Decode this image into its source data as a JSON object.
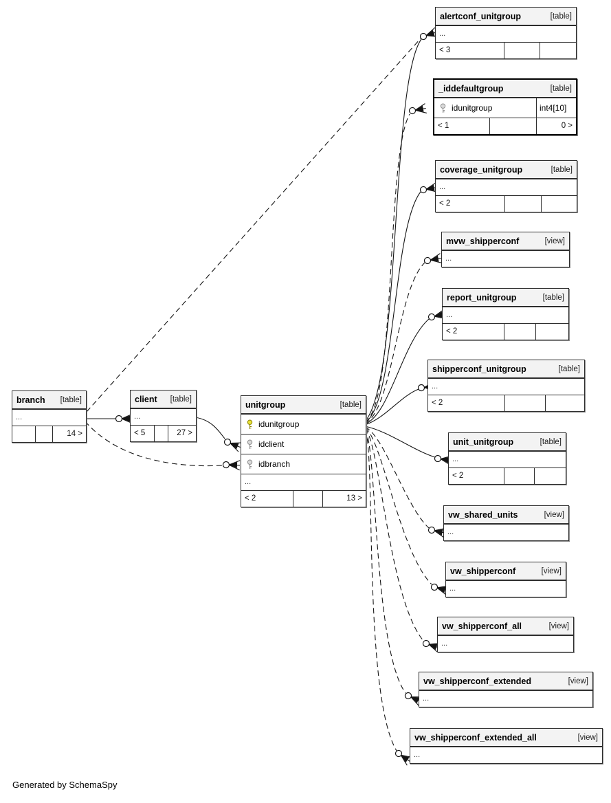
{
  "page": {
    "note": "Generated by SchemaSpy"
  },
  "colors": {
    "header_bg": "#f3f3f3",
    "border": "#2d2d2d",
    "edge": "#141414",
    "primary_key": "#e8e23a",
    "foreign_key": "#d9d9d9"
  },
  "boxes": {
    "alertconf_unitgroup": {
      "name": "alertconf_unitgroup",
      "tag": "[table]",
      "dots": "...",
      "footer_left": "< 3",
      "footer_mid": "",
      "footer_right": ""
    },
    "_iddefaultgroup": {
      "name": "_iddefaultgroup",
      "tag": "[table]",
      "field": {
        "name": "idunitgroup",
        "type": "int4[10]"
      },
      "footer_left": "< 1",
      "footer_mid": "",
      "footer_right": "0 >"
    },
    "coverage_unitgroup": {
      "name": "coverage_unitgroup",
      "tag": "[table]",
      "dots": "...",
      "footer_left": "< 2",
      "footer_mid": "",
      "footer_right": ""
    },
    "mvw_shipperconf": {
      "name": "mvw_shipperconf",
      "tag": "[view]",
      "dots": "..."
    },
    "report_unitgroup": {
      "name": "report_unitgroup",
      "tag": "[table]",
      "dots": "...",
      "footer_left": "< 2",
      "footer_mid": "",
      "footer_right": ""
    },
    "shipperconf_unitgroup": {
      "name": "shipperconf_unitgroup",
      "tag": "[table]",
      "dots": "...",
      "footer_left": "< 2",
      "footer_mid": "",
      "footer_right": ""
    },
    "unit_unitgroup": {
      "name": "unit_unitgroup",
      "tag": "[table]",
      "dots": "...",
      "footer_left": "< 2",
      "footer_mid": "",
      "footer_right": ""
    },
    "vw_shared_units": {
      "name": "vw_shared_units",
      "tag": "[view]",
      "dots": "..."
    },
    "vw_shipperconf": {
      "name": "vw_shipperconf",
      "tag": "[view]",
      "dots": "..."
    },
    "vw_shipperconf_all": {
      "name": "vw_shipperconf_all",
      "tag": "[view]",
      "dots": "..."
    },
    "vw_shipperconf_extended": {
      "name": "vw_shipperconf_extended",
      "tag": "[view]",
      "dots": "..."
    },
    "vw_shipperconf_extended_all": {
      "name": "vw_shipperconf_extended_all",
      "tag": "[view]",
      "dots": "..."
    },
    "branch": {
      "name": "branch",
      "tag": "[table]",
      "dots": "...",
      "footer_left": "",
      "footer_mid": "",
      "footer_right": "14 >"
    },
    "client": {
      "name": "client",
      "tag": "[table]",
      "dots": "...",
      "footer_left": "< 5",
      "footer_mid": "",
      "footer_right": "27 >"
    },
    "unitgroup": {
      "name": "unitgroup",
      "tag": "[table]",
      "fields": [
        {
          "name": "idunitgroup",
          "key": "primary"
        },
        {
          "name": "idclient",
          "key": "foreign"
        },
        {
          "name": "idbranch",
          "key": "foreign"
        }
      ],
      "dots": "...",
      "footer_left": "< 2",
      "footer_mid": "",
      "footer_right": "13 >"
    }
  }
}
